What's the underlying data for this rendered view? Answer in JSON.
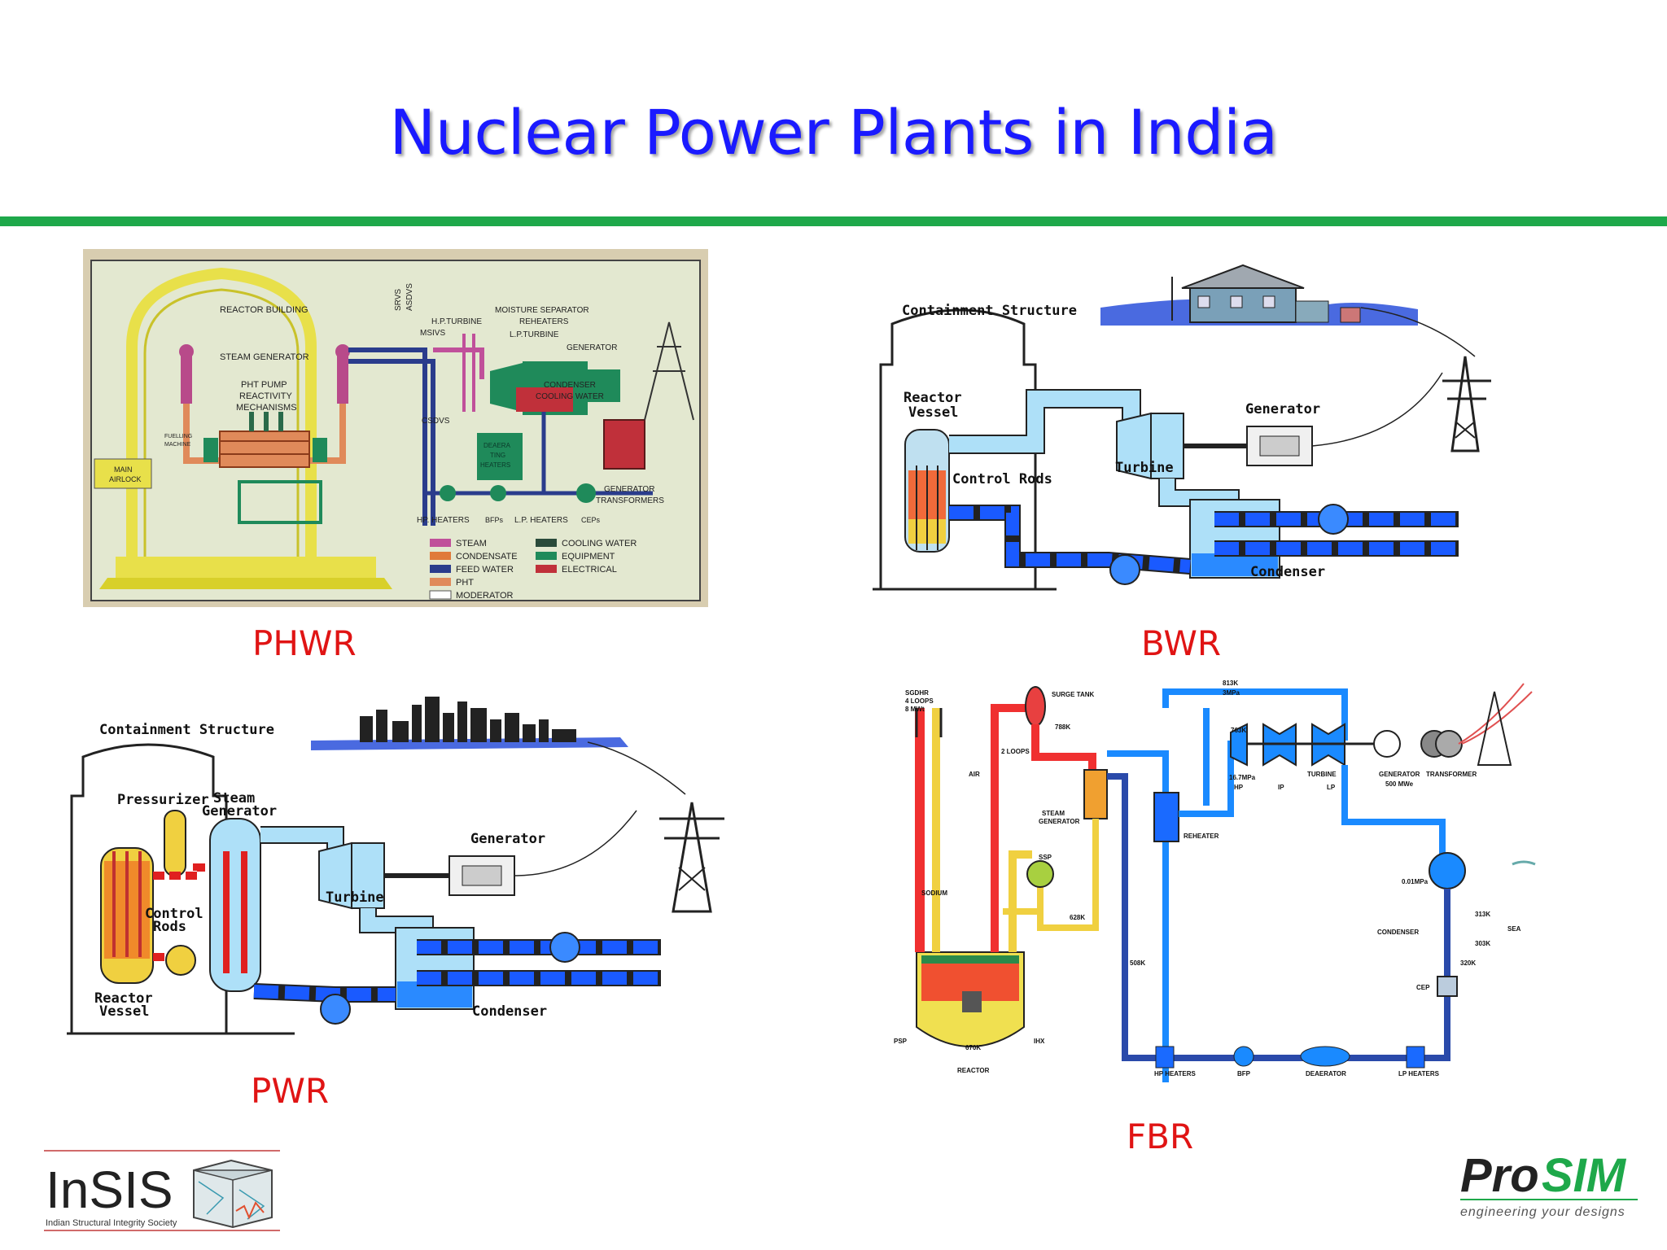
{
  "title": "Nuclear Power Plants in India",
  "labels": {
    "phwr": "PHWR",
    "bwr": "BWR",
    "pwr": "PWR",
    "fbr": "FBR"
  },
  "phwr": {
    "reactor_building": "REACTOR BUILDING",
    "steam_generator": "STEAM GENERATOR",
    "pht_pump": "PHT PUMP",
    "reactivity": "REACTIVITY",
    "mechanisms": "MECHANISMS",
    "fuelling": "FUELLING",
    "machine": "MACHINE",
    "main": "MAIN",
    "airlock": "AIRLOCK",
    "srvs": "SRVS",
    "asdvs": "ASDVS",
    "msivs": "MSIVS",
    "hp_turbine": "H.P.TURBINE",
    "moisture_separator": "MOISTURE SEPARATOR",
    "reheaters": "REHEATERS",
    "lp_turbine": "L.P.TURBINE",
    "generator": "GENERATOR",
    "condenser": "CONDENSER",
    "cooling_water": "COOLING WATER",
    "csdvs": "CSDVS",
    "deaerator": "DEAERA",
    "ting": "TING",
    "heaters": "HEATERS",
    "hp_heaters": "HP. HEATERS",
    "bfps": "BFPs",
    "lp_heaters": "L.P. HEATERS",
    "ceps": "CEPs",
    "gen_trans_1": "GENERATOR",
    "gen_trans_2": "TRANSFORMERS",
    "legend": [
      {
        "label": "STEAM",
        "color": "#c0509a"
      },
      {
        "label": "CONDENSATE",
        "color": "#e07a3a"
      },
      {
        "label": "FEED WATER",
        "color": "#2a3c8c"
      },
      {
        "label": "PHT",
        "color": "#e08a5a"
      },
      {
        "label": "MODERATOR",
        "color": "#ffffff"
      },
      {
        "label": "COOLING WATER",
        "color": "#2a4a3a"
      },
      {
        "label": "EQUIPMENT",
        "color": "#1f8a5a"
      },
      {
        "label": "ELECTRICAL",
        "color": "#c0303a"
      }
    ]
  },
  "bwr": {
    "containment": "Containment Structure",
    "reactor": "Reactor",
    "vessel": "Vessel",
    "control_rods": "Control Rods",
    "generator": "Generator",
    "turbine": "Turbine",
    "condenser": "Condenser"
  },
  "pwr": {
    "containment": "Containment Structure",
    "pressurizer": "Pressurizer",
    "steam": "Steam",
    "generator_sg": "Generator",
    "generator": "Generator",
    "turbine": "Turbine",
    "control": "Control",
    "rods": "Rods",
    "reactor": "Reactor",
    "vessel": "Vessel",
    "condenser": "Condenser"
  },
  "fbr": {
    "sgdhr": "SGDHR",
    "loops4": "4 LOOPS",
    "mwt": "8 MWt",
    "air": "AIR",
    "surge_tank": "SURGE TANK",
    "loops2": "2 LOOPS",
    "t788": "788K",
    "t813": "813K",
    "p_3mpa": "3MPa",
    "t763": "763K",
    "p16": "16.7MPa",
    "hp": "HP",
    "ip": "IP",
    "lp": "LP",
    "turbine": "TURBINE",
    "generator": "GENERATOR",
    "mwe": "500 MWe",
    "transformer": "TRANSFORMER",
    "steam_gen_1": "STEAM",
    "steam_gen_2": "GENERATOR",
    "reheater": "REHEATER",
    "ssp": "SSP",
    "sodium": "SODIUM",
    "t628": "628K",
    "t508": "508K",
    "p_001": "0.01MPa",
    "condenser": "CONDENSER",
    "t313": "313K",
    "t303": "303K",
    "sea": "SEA",
    "t320": "320K",
    "cep": "CEP",
    "psp": "PSP",
    "ihx": "IHX",
    "t670": "670K",
    "reactor": "REACTOR",
    "hp_heaters": "HP HEATERS",
    "bfp": "BFP",
    "deaerator": "DEAERATOR",
    "lp_heaters": "LP HEATERS"
  },
  "logos": {
    "insis": "InSIS",
    "insis_sub": "Indian Structural Integrity Society",
    "prosim_pro": "Pro",
    "prosim_sim": "SIM",
    "prosim_tag": "engineering your designs"
  },
  "colors": {
    "title": "#1a1aff",
    "rule": "#1ea84a",
    "label": "#e01414"
  }
}
